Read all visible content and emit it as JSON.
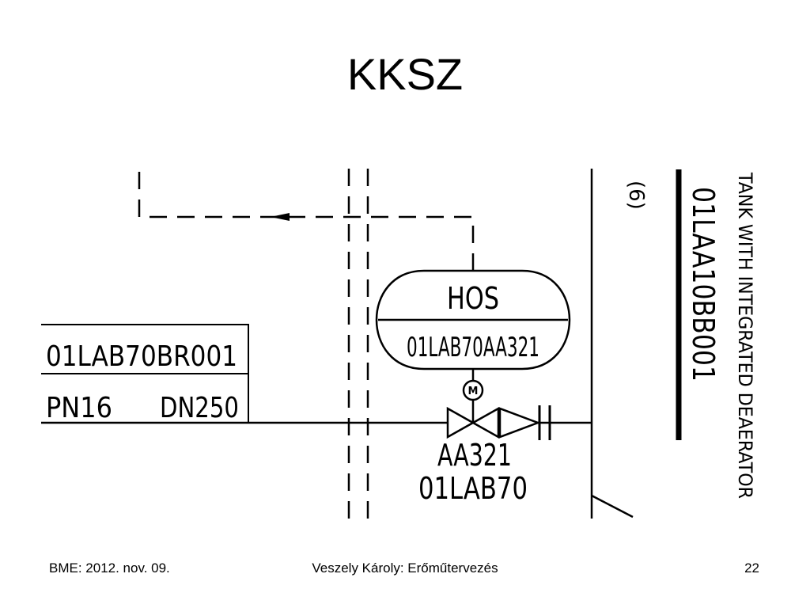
{
  "slide": {
    "title": "KKSZ"
  },
  "diagram": {
    "pipe_code": "01LAB70BR001",
    "pressure_class": "PN16",
    "nominal_diameter": "DN250",
    "actuator_label": "HOS",
    "actuator_code": "01LAB70AA321",
    "motor_symbol": "M",
    "valve_code": "AA321",
    "system_code": "01LAB70",
    "tank_code": "01LAA10BB001",
    "tank_description": "TANK WITH INTEGRATED DEAERATOR",
    "sheet_reference": "(6)"
  },
  "footer": {
    "left": "BME: 2012. nov. 09.",
    "center": "Veszely Károly: Erőműtervezés",
    "page_number": "22"
  }
}
